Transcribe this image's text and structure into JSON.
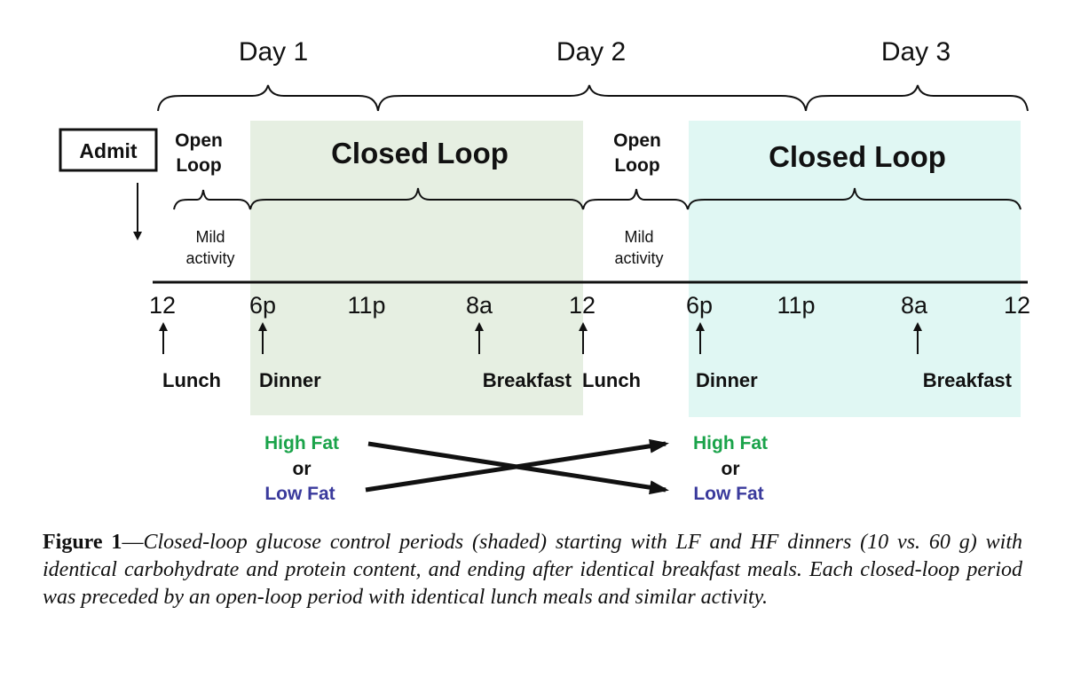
{
  "days": [
    "Day 1",
    "Day 2",
    "Day 3"
  ],
  "admit": "Admit",
  "phases": {
    "open_loop_1": [
      "Open",
      "Loop"
    ],
    "closed_loop_1": "Closed Loop",
    "open_loop_2": [
      "Open",
      "Loop"
    ],
    "closed_loop_2": "Closed Loop"
  },
  "activity": {
    "first": [
      "Mild",
      "activity"
    ],
    "second": [
      "Mild",
      "activity"
    ]
  },
  "timeline_ticks": [
    "12",
    "6p",
    "11p",
    "8a",
    "12",
    "6p",
    "11p",
    "8a",
    "12"
  ],
  "meals": [
    "Lunch",
    "Dinner",
    "Breakfast",
    "Lunch",
    "Dinner",
    "Breakfast"
  ],
  "diet_choices": {
    "left": {
      "top": "High Fat",
      "middle": "or",
      "bottom": "Low Fat"
    },
    "right": {
      "top": "High Fat",
      "middle": "or",
      "bottom": "Low Fat"
    }
  },
  "colors": {
    "closed_loop_1_shade": "#e6efe2",
    "closed_loop_2_shade": "#e0f7f3",
    "high_fat": "#1aa34a",
    "low_fat": "#3a3a9c"
  },
  "caption": {
    "label": "Figure 1",
    "dash": "—",
    "text": "Closed-loop glucose control periods (shaded) starting with LF and HF dinners (10 vs. 60 g) with identical carbohydrate and protein content, and ending after identical breakfast meals. Each closed-loop period was preceded by an open-loop period with identical lunch meals and similar activity."
  }
}
